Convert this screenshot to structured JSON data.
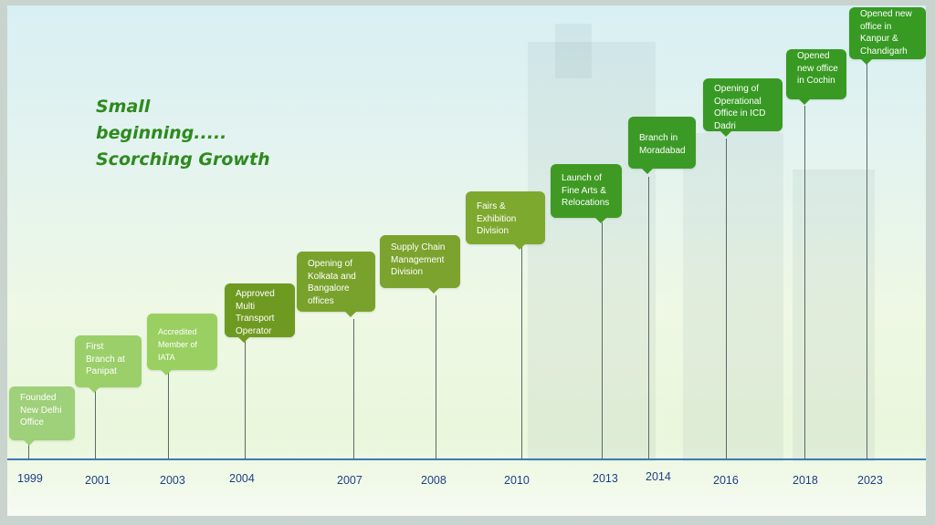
{
  "headline": [
    "Small",
    "beginning.....",
    "Scorching Growth"
  ],
  "milestones": [
    {
      "year": "1999",
      "text": "Founded New Delhi Office",
      "color": "#9fd07a"
    },
    {
      "year": "2001",
      "text": "First Branch at Panipat",
      "color": "#9bcf6a"
    },
    {
      "year": "2003",
      "text": "Accredited Member of IATA",
      "color": "#9ad062"
    },
    {
      "year": "2004",
      "text": "Approved Multi Transport Operator",
      "color": "#6f9a22"
    },
    {
      "year": "2007",
      "text": "Opening of Kolkata and Bangalore offices",
      "color": "#79a22c"
    },
    {
      "year": "2008",
      "text": "Supply Chain Management Division",
      "color": "#7ba32e"
    },
    {
      "year": "2010",
      "text": "Fairs & Exhibition Division",
      "color": "#7ea92f"
    },
    {
      "year": "2013",
      "text": "Launch of Fine Arts & Relocations",
      "color": "#3f9a24"
    },
    {
      "year": "2014",
      "text": "Branch in Moradabad",
      "color": "#3b9a26"
    },
    {
      "year": "2016",
      "text": "Opening of Operational Office in ICD Dadri",
      "color": "#389a24"
    },
    {
      "year": "2018",
      "text": "Opened new office in Cochin",
      "color": "#389a22"
    },
    {
      "year": "2023",
      "text": "Opened new office in Kanpur & Chandigarh",
      "color": "#379a23"
    }
  ]
}
